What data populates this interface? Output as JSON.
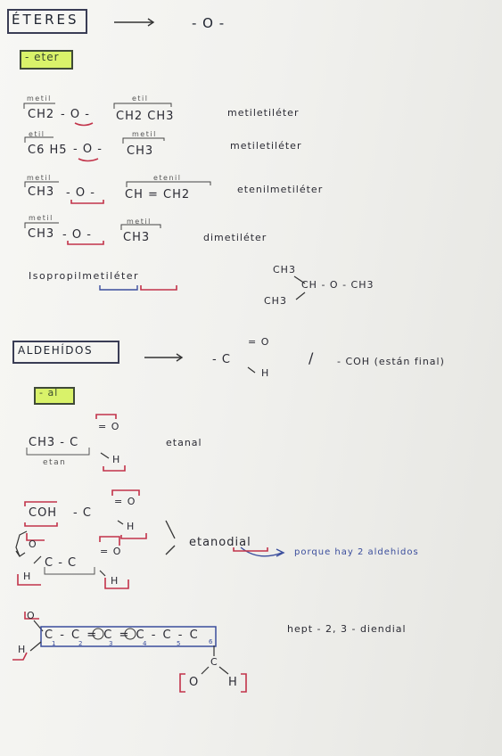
{
  "eteres": {
    "title": "ÉTERES",
    "group": "- O -",
    "suffix": "- eter",
    "rows": [
      {
        "left": "CH2",
        "left_label": "metil",
        "o": "- O -",
        "right": "CH2 CH3",
        "right_label": "etil",
        "name": "metiletiléter"
      },
      {
        "left": "C6 H5",
        "left_label": "etil",
        "o": "- O -",
        "right": "CH3",
        "right_label": "metil",
        "name": "metiletiléter"
      },
      {
        "left": "CH3",
        "left_label": "metil",
        "o": "- O -",
        "right": "CH = CH2",
        "right_label": "etenil",
        "name": "etenilmetiléter"
      },
      {
        "left": "CH3",
        "left_label": "metil",
        "o": "- O -",
        "right": "CH3",
        "right_label": "metil",
        "name": "dimetiléter"
      }
    ],
    "isopropyl": {
      "name": "Isopropilmetiléter",
      "ch3_top": "CH3",
      "main": "CH - O - CH3",
      "ch3_bottom": "CH3"
    }
  },
  "aldehidos": {
    "title": "ALDEHÍDOS",
    "formula_c": "- C",
    "formula_o": "= O",
    "formula_h": "H",
    "slash": "/",
    "coh_note": "- COH (están final)",
    "suffix": "- al",
    "etanal": {
      "chain": "CH3 - C",
      "o": "= O",
      "h": "H",
      "under": "etan",
      "name": "etanal"
    },
    "etanodial": {
      "coh": "COH",
      "c_top": "- C",
      "o_top": "= O",
      "h_top": "H",
      "o_left": "O",
      "c_bottom": "C - C",
      "o_bottom": "= O",
      "h_left": "H",
      "h_right": "H",
      "name": "etanodial",
      "note": "porque hay 2 aldehidos"
    },
    "heptdiendial": {
      "chain": "C - C = C = C - C - C",
      "numbers": [
        "1",
        "2",
        "3",
        "4",
        "5",
        "6"
      ],
      "o_top": "O",
      "h_left": "H",
      "c7": "C",
      "o_bottom": "O",
      "h_bottom": "H",
      "name": "hept - 2, 3 - diendial"
    }
  }
}
